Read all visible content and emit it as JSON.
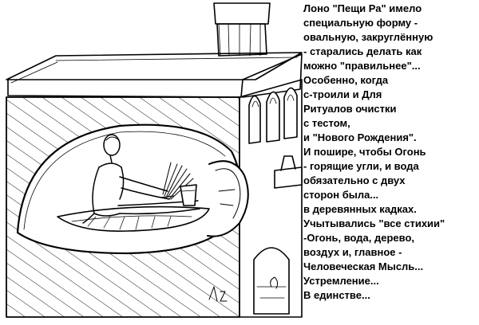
{
  "caption": {
    "lines": [
      "Лоно   \"Пещи Ра\"   имело",
      "специальную форму -",
      "овальную, закруглённую",
      "-  старались делать как",
      "можно \"правильнее\"...",
      "Особенно, когда",
      "с-троили  и Для",
      "Ритуалов очистки",
      "с тестом,",
      "и \"Нового Рождения\".",
      "И пошире, чтобы  Огонь",
      "- горящие угли, и вода",
      "обязательно с двух",
      "сторон была...",
      "в деревянных кадках.",
      "Учытывались \"все стихии\"",
      "-Огонь, вода, дерево,",
      "воздух и, главное -",
      "Человеческая Мысль...",
      "Устремление...",
      "В единстве..."
    ]
  },
  "illustration": {
    "subject": "sketch of a stove with a seated human figure inside an oval chamber",
    "ink_color": "#000000",
    "paper_color": "#ffffff"
  }
}
